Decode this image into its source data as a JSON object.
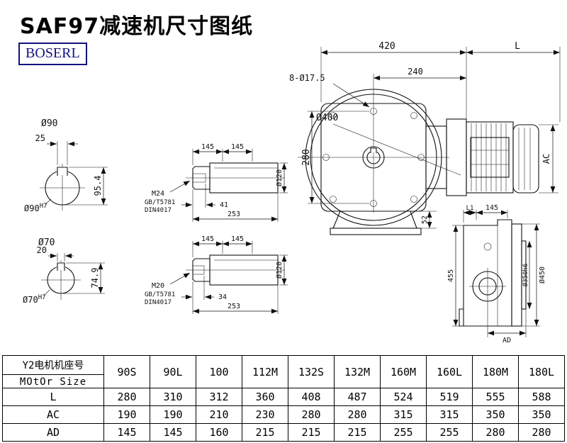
{
  "page": {
    "title": "SAF97减速机尺寸图纸",
    "brand": "BOSERL"
  },
  "colors": {
    "line": "#111111",
    "brand": "#13137e",
    "background": "#ffffff"
  },
  "drawings": {
    "shaft_end_1": {
      "dia_label": "Ø90",
      "key_width": "25",
      "height": "95.4",
      "bore": "Ø90",
      "bore_tol": "H7"
    },
    "shaft_end_2": {
      "dia_label": "Ø70",
      "key_width": "20",
      "height": "74.9",
      "bore": "Ø70",
      "bore_tol": "H7"
    },
    "shaft_side_1": {
      "len_a": "145",
      "len_b": "145",
      "dia": "Ø120",
      "thread": "M24",
      "std1": "GB/T5781",
      "std2": "DIN4017",
      "depth": "41",
      "total": "253"
    },
    "shaft_side_2": {
      "len_a": "145",
      "len_b": "145",
      "dia": "Ø120",
      "thread": "M20",
      "std1": "GB/T5781",
      "std2": "DIN4017",
      "depth": "34",
      "total": "253"
    },
    "front_view": {
      "width": "420",
      "motor_len": "L",
      "bolt_holes": "8-Ø17.5",
      "center_dim": "240",
      "flange_dia": "Ø400",
      "height": "280",
      "base": "52",
      "motor_dia": "AC"
    },
    "side_view": {
      "l1": "L1",
      "top_len": "145",
      "height": "455",
      "spigot_dia": "Ø350h6",
      "flange_dia": "Ø450",
      "width": "AD"
    }
  },
  "table": {
    "header_cn": "Y2电机机座号",
    "header_en": "MOtOr Size",
    "columns": [
      "90S",
      "90L",
      "100",
      "112M",
      "132S",
      "132M",
      "160M",
      "160L",
      "180M",
      "180L"
    ],
    "rows": [
      {
        "label": "L",
        "values": [
          "280",
          "310",
          "312",
          "360",
          "408",
          "487",
          "524",
          "519",
          "555",
          "588"
        ]
      },
      {
        "label": "AC",
        "values": [
          "190",
          "190",
          "210",
          "230",
          "280",
          "280",
          "315",
          "315",
          "350",
          "350"
        ]
      },
      {
        "label": "AD",
        "values": [
          "145",
          "145",
          "160",
          "215",
          "215",
          "215",
          "255",
          "255",
          "280",
          "280"
        ]
      }
    ]
  }
}
